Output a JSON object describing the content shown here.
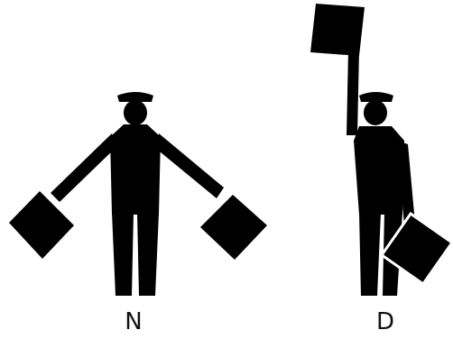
{
  "figures": [
    {
      "id": "n",
      "label": "N"
    },
    {
      "id": "d",
      "label": "D"
    }
  ],
  "colors": {
    "ink": "#000000",
    "background": "#ffffff"
  }
}
